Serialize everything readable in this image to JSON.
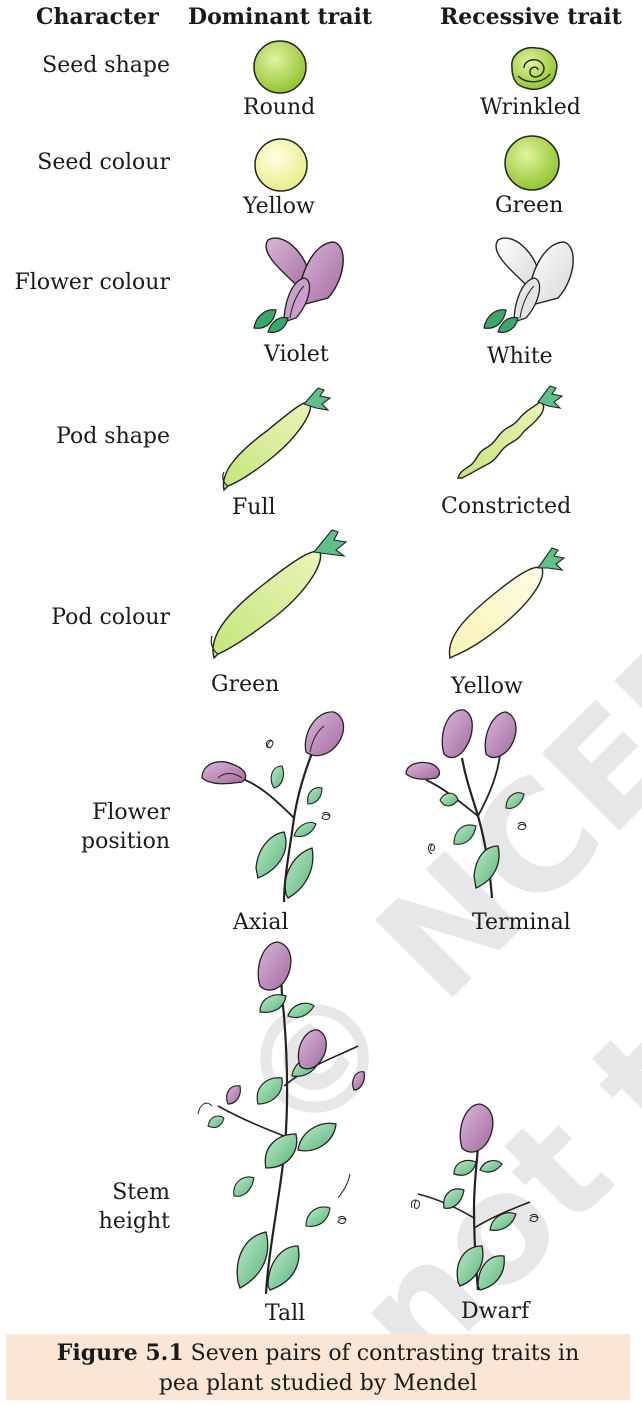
{
  "headers": {
    "character": "Character",
    "dominant": "Dominant trait",
    "recessive": "Recessive trait"
  },
  "rows": [
    {
      "character": "Seed shape",
      "dominant": "Round",
      "recessive": "Wrinkled"
    },
    {
      "character": "Seed colour",
      "dominant": "Yellow",
      "recessive": "Green"
    },
    {
      "character": "Flower colour",
      "dominant": "Violet",
      "recessive": "White"
    },
    {
      "character": "Pod shape",
      "dominant": "Full",
      "recessive": "Constricted"
    },
    {
      "character": "Pod colour",
      "dominant": "Green",
      "recessive": "Yellow"
    },
    {
      "character_line1": "Flower",
      "character_line2": "position",
      "dominant": "Axial",
      "recessive": "Terminal"
    },
    {
      "character_line1": "Stem",
      "character_line2": "height",
      "dominant": "Tall",
      "recessive": "Dwarf"
    }
  ],
  "caption": {
    "label": "Figure 5.1",
    "text_line1": "Seven pairs of contrasting traits in",
    "text_line2": "pea plant studied by Mendel"
  },
  "watermark": "© NCERT not to be republished",
  "colors": {
    "pea_green": "#9ccc3c",
    "pea_yellow": "#f3f5b0",
    "violet_flower": "#b77fb0",
    "white_flower": "#eeeeee",
    "leaf_green": "#7ccf9a",
    "caption_bg": "#fbe6d5"
  }
}
